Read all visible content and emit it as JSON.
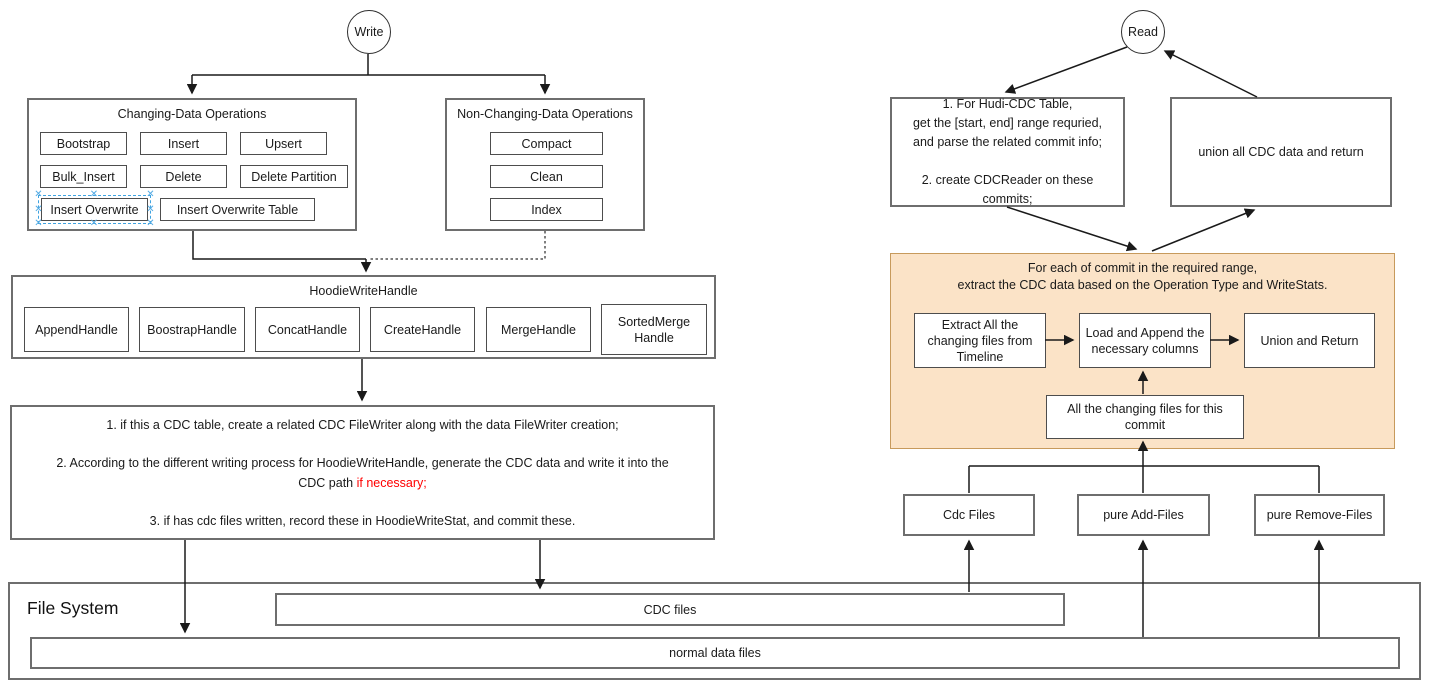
{
  "write_section": {
    "start_label": "Write",
    "changing_ops": {
      "title": "Changing-Data Operations",
      "row1": [
        "Bootstrap",
        "Insert",
        "Upsert"
      ],
      "row2": [
        "Bulk_Insert",
        "Delete",
        "Delete Partition"
      ],
      "row3": [
        "Insert Overwrite",
        "Insert Overwrite Table"
      ],
      "selected_item": "Insert Overwrite"
    },
    "non_changing_ops": {
      "title": "Non-Changing-Data Operations",
      "items": [
        "Compact",
        "Clean",
        "Index"
      ]
    },
    "write_handle": {
      "title": "HoodieWriteHandle",
      "handles": [
        "AppendHandle",
        "BoostrapHandle",
        "ConcatHandle",
        "CreateHandle",
        "MergeHandle",
        "SortedMerge Handle"
      ]
    },
    "steps": {
      "step1": "1. if this a CDC table, create a related CDC FileWriter along with the data FileWriter creation;",
      "step2_prefix": "2. According to the different writing process for HoodieWriteHandle, generate the CDC data and write it into the CDC path ",
      "step2_highlight": "if necessary;",
      "step3": "3. if has cdc files written, record these in HoodieWriteStat, and commit these."
    }
  },
  "read_section": {
    "start_label": "Read",
    "prepare_box_lines": [
      "1. For Hudi-CDC Table,",
      "get the [start, end] range requried,",
      "and parse the related commit info;",
      "",
      "2. create CDCReader on these",
      "commits;"
    ],
    "union_box": "union all CDC data and return",
    "per_commit": {
      "title_line1": "For each of commit in the required range,",
      "title_line2": "extract the CDC data based on the Operation Type and WriteStats.",
      "extract_box": "Extract All the changing files from Timeline",
      "load_box": "Load and Append the necessary columns",
      "union_return_box": "Union and Return",
      "changing_files_box": "All the changing files for this commit"
    },
    "file_boxes": [
      "Cdc Files",
      "pure Add-Files",
      "pure Remove-Files"
    ]
  },
  "file_system": {
    "label": "File System",
    "cdc_files": "CDC files",
    "normal_files": "normal data files"
  },
  "selection": {
    "handle_glyph": "✕"
  },
  "colors": {
    "orange_fill": "#FBE3C7",
    "orange_border": "#C79A5C",
    "highlight_text": "#FF0000",
    "selection_blue": "#3FA3E0",
    "line": "#1a1a1a"
  }
}
